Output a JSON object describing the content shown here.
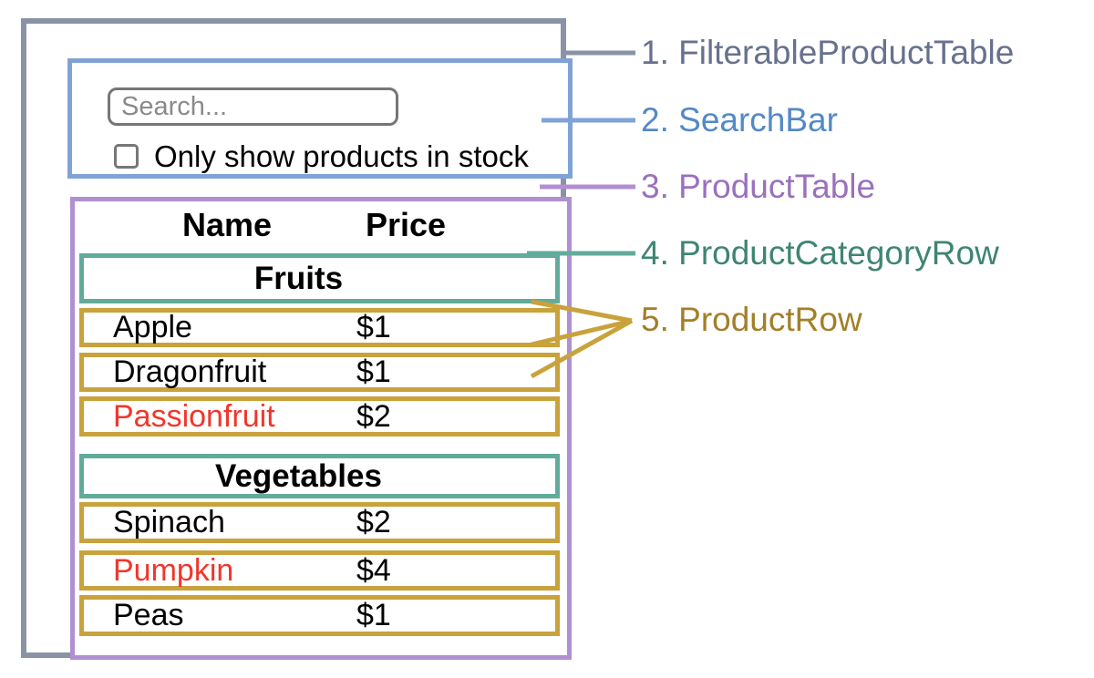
{
  "diagram": {
    "search_bar": {
      "placeholder": "Search...",
      "checkbox_label": "Only show products in stock",
      "checkbox_checked": false
    },
    "table": {
      "columns": [
        "Name",
        "Price"
      ],
      "sections": [
        {
          "category": "Fruits",
          "rows": [
            {
              "name": "Apple",
              "price": "$1",
              "in_stock": true
            },
            {
              "name": "Dragonfruit",
              "price": "$1",
              "in_stock": true
            },
            {
              "name": "Passionfruit",
              "price": "$2",
              "in_stock": false
            }
          ]
        },
        {
          "category": "Vegetables",
          "rows": [
            {
              "name": "Spinach",
              "price": "$2",
              "in_stock": true
            },
            {
              "name": "Pumpkin",
              "price": "$4",
              "in_stock": false
            },
            {
              "name": "Peas",
              "price": "$1",
              "in_stock": true
            }
          ]
        }
      ]
    },
    "legend": [
      {
        "label": "1. FilterableProductTable",
        "color": "#67718d"
      },
      {
        "label": "2. SearchBar",
        "color": "#5389c6"
      },
      {
        "label": "3. ProductTable",
        "color": "#9b70be"
      },
      {
        "label": "4. ProductCategoryRow",
        "color": "#3e8572"
      },
      {
        "label": "5. ProductRow",
        "color": "#a27f28"
      }
    ],
    "colors": {
      "outer_border": "#8a92a6",
      "searchbar_border": "#7fa3d7",
      "product_table_border": "#b18fd0",
      "category_row_border": "#62ab9b",
      "product_row_border": "#c9a23c",
      "out_of_stock_text": "#f0372b",
      "text": "#000000"
    }
  }
}
